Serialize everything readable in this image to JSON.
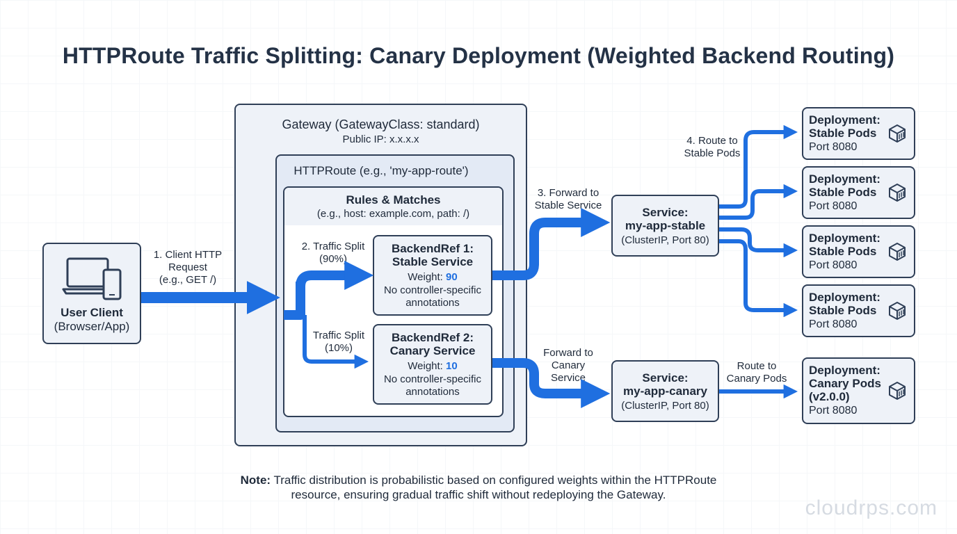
{
  "title": "HTTPRoute Traffic Splitting: Canary Deployment (Weighted Backend Routing)",
  "client": {
    "name": "User Client",
    "sub": "(Browser/App)"
  },
  "step1": {
    "line1": "1. Client HTTP",
    "line2": "Request",
    "line3": "(e.g., GET /)"
  },
  "gateway": {
    "title": "Gateway (GatewayClass: standard)",
    "ip": "Public IP: x.x.x.x"
  },
  "httproute": {
    "title": "HTTPRoute (e.g., 'my-app-route')"
  },
  "rules": {
    "title": "Rules & Matches",
    "sub": "(e.g., host: example.com, path: /)"
  },
  "split1": {
    "line1": "2. Traffic Split",
    "line2": "(90%)"
  },
  "split2": {
    "line1": "Traffic Split",
    "line2": "(10%)"
  },
  "backend1": {
    "title1": "BackendRef 1:",
    "title2": "Stable Service",
    "weight_label": "Weight:",
    "weight": "90",
    "note1": "No controller-specific",
    "note2": "annotations"
  },
  "backend2": {
    "title1": "BackendRef 2:",
    "title2": "Canary Service",
    "weight_label": "Weight:",
    "weight": "10",
    "note1": "No controller-specific",
    "note2": "annotations"
  },
  "step3": {
    "line1": "3. Forward to",
    "line2": "Stable Service"
  },
  "forward_canary": {
    "line1": "Forward to",
    "line2": "Canary",
    "line3": "Service"
  },
  "svc_stable": {
    "title1": "Service:",
    "title2": "my-app-stable",
    "sub": "(ClusterIP, Port 80)"
  },
  "svc_canary": {
    "title1": "Service:",
    "title2": "my-app-canary",
    "sub": "(ClusterIP, Port 80)"
  },
  "step4": {
    "line1": "4. Route to",
    "line2": "Stable Pods"
  },
  "route_canary": {
    "line1": "Route to",
    "line2": "Canary Pods"
  },
  "stable_deployments": [
    {
      "title1": "Deployment:",
      "title2": "Stable Pods",
      "port": "Port 8080"
    },
    {
      "title1": "Deployment:",
      "title2": "Stable Pods",
      "port": "Port 8080"
    },
    {
      "title1": "Deployment:",
      "title2": "Stable Pods",
      "port": "Port 8080"
    },
    {
      "title1": "Deployment:",
      "title2": "Stable Pods",
      "port": "Port 8080"
    }
  ],
  "canary_deployment": {
    "title1": "Deployment:",
    "title2": "Canary Pods",
    "title3": "(v2.0.0)",
    "port": "Port 8080"
  },
  "note": {
    "label": "Note:",
    "text1": "Traffic distribution is probabilistic based on configured weights within the HTTPRoute",
    "text2": "resource, ensuring gradual traffic shift without redeploying the Gateway."
  },
  "watermark": "cloudrps.com",
  "colors": {
    "arrow": "#1f6fe0",
    "border": "#2f3f57",
    "box_fill": "#eef2f8",
    "accent_text": "#1f6fe0"
  },
  "icons": {
    "client": "laptop-phone-icon",
    "pod": "container-cube-icon"
  }
}
